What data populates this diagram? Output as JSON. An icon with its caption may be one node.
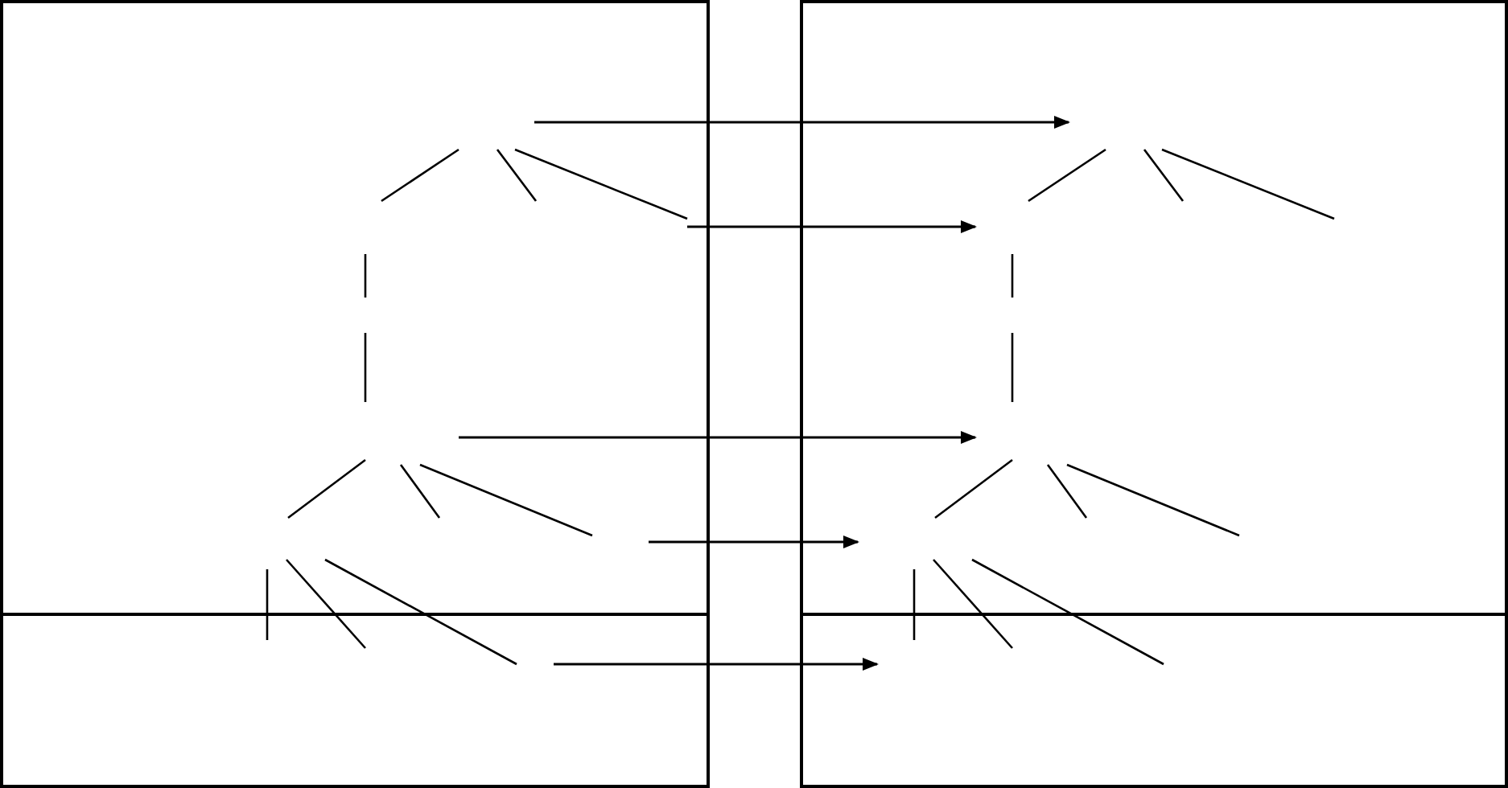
{
  "diagram": {
    "nodes": [
      {
        "text": [],
        "shape": "box"
      },
      {
        "text": [],
        "shape": "box"
      }
    ],
    "edges": [
      {
        "from": 0,
        "to": 1,
        "arrow": "to"
      },
      {
        "from": 0,
        "to": 1,
        "arrow": "to"
      },
      {
        "from": 0,
        "to": 1,
        "arrow": "to"
      },
      {
        "from": 0,
        "to": 1,
        "arrow": "to"
      },
      {
        "from": 0,
        "to": 1,
        "arrow": "to"
      }
    ]
  }
}
